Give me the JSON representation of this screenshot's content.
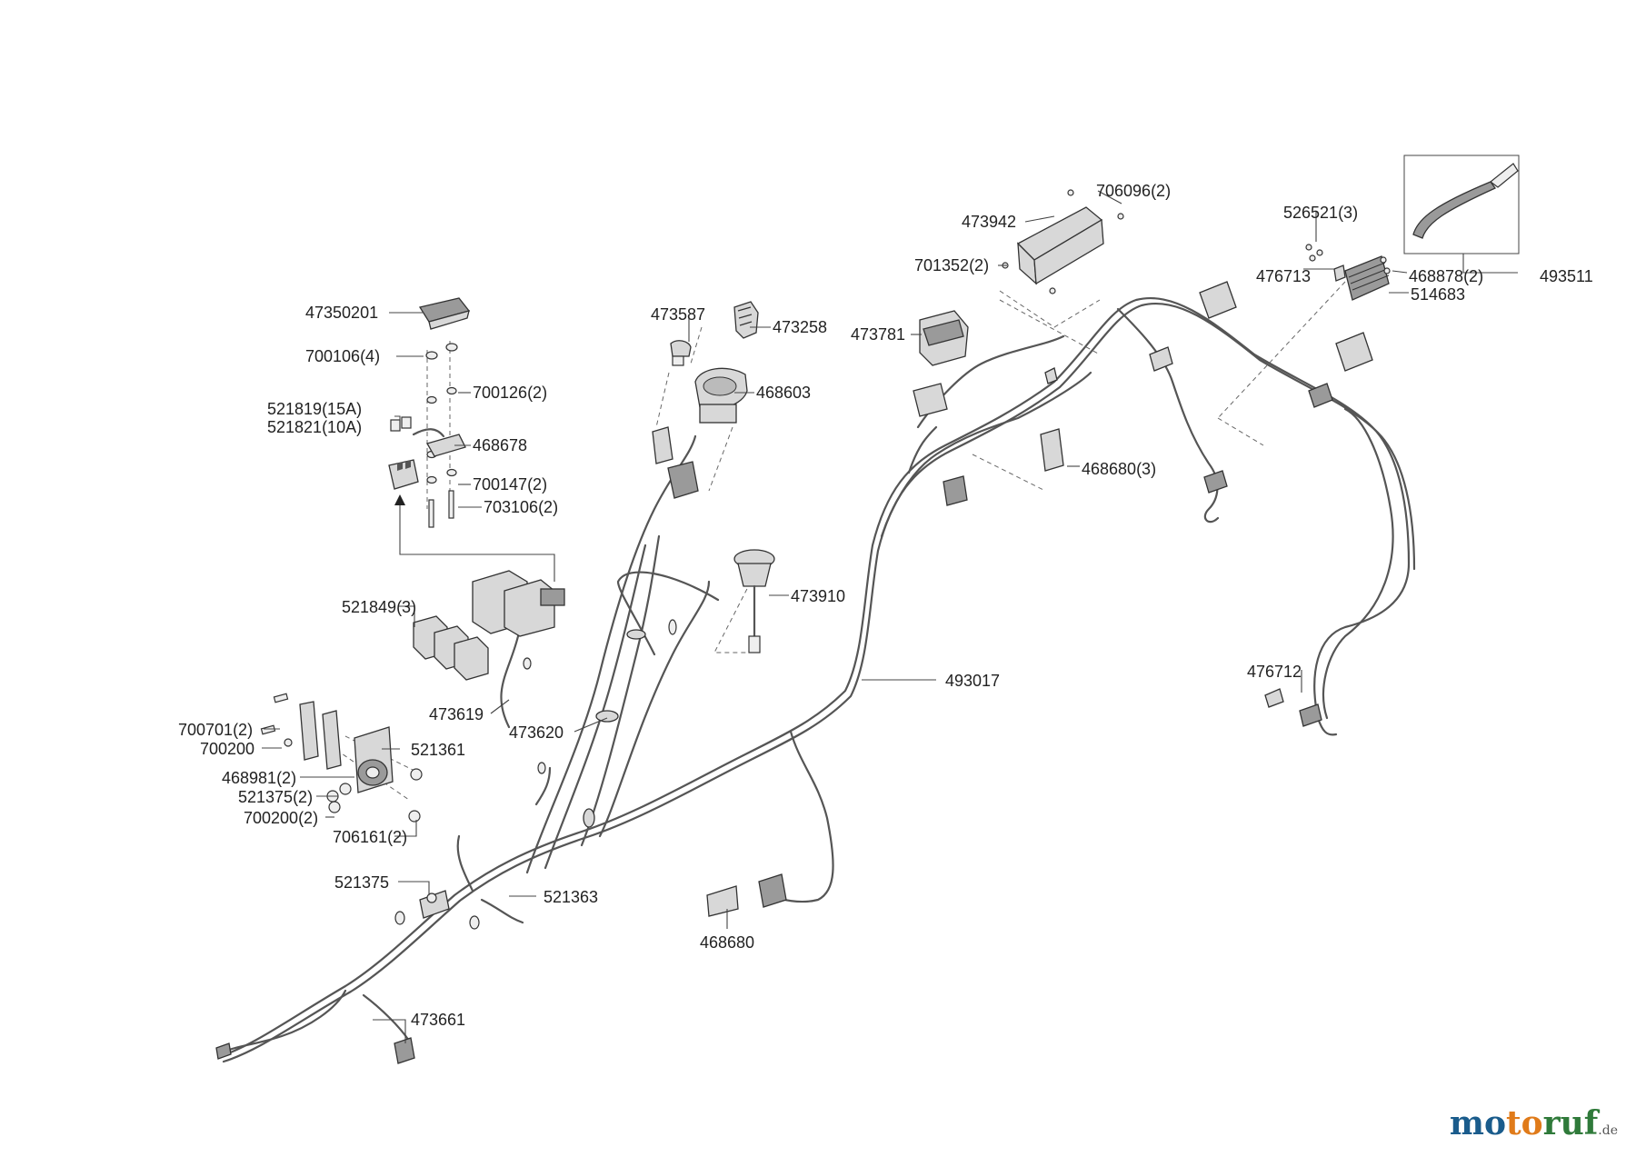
{
  "diagram": {
    "labels": {
      "p47350201": "47350201",
      "p700106": "700106(4)",
      "p700126": "700126(2)",
      "p521819": "521819(15A)",
      "p521821": "521821(10A)",
      "p468678": "468678",
      "p700147": "700147(2)",
      "p703106": "703106(2)",
      "p473587": "473587",
      "p473258": "473258",
      "p468603": "468603",
      "p473781": "473781",
      "p473942": "473942",
      "p706096": "706096(2)",
      "p701352": "701352(2)",
      "p526521": "526521(3)",
      "p476713": "476713",
      "p468878": "468878(2)",
      "p514683": "514683",
      "p493511": "493511",
      "p468680_3": "468680(3)",
      "p473910": "473910",
      "p521849": "521849(3)",
      "p473619": "473619",
      "p473620": "473620",
      "p493017": "493017",
      "p476712": "476712",
      "p700701": "700701(2)",
      "p700200": "700200",
      "p521361": "521361",
      "p468981": "468981(2)",
      "p521375_2": "521375(2)",
      "p700200_2": "700200(2)",
      "p706161": "706161(2)",
      "p521375": "521375",
      "p521363": "521363",
      "p468680": "468680",
      "p473661": "473661"
    },
    "icons": [
      "wiring-harness-icon",
      "relay-icon",
      "fuse-icon",
      "switch-icon",
      "connector-icon",
      "solenoid-icon",
      "arrow-up-icon"
    ]
  },
  "watermark": {
    "part1": "mo",
    "part2": "to",
    "part3": "ruf",
    "suffix": ".de",
    "colors": {
      "blue": "#1a5c8c",
      "orange": "#e07b1a",
      "green": "#2f7a3a"
    }
  }
}
